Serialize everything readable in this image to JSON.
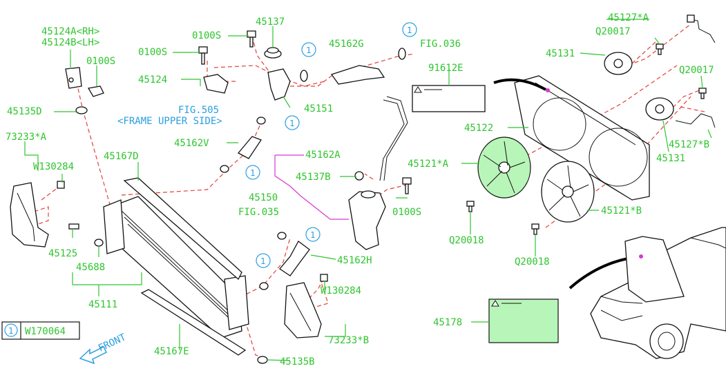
{
  "labels": {
    "l45124a": "45124A<RH>",
    "l45124b": "45124B<LH>",
    "l0100s_a": "0100S",
    "l0100s_b": "0100S",
    "l0100s_c": "0100S",
    "l0100s_d": "0100S",
    "l45124": "45124",
    "l45137": "45137",
    "l45162g": "45162G",
    "lfig036": "FIG.036",
    "l91612e": "91612E",
    "l45135d": "45135D",
    "lfig505": "FIG.505",
    "lframe": "<FRAME UPPER SIDE>",
    "l45151": "45151",
    "l73233a": "73233*A",
    "lw130284a": "W130284",
    "l45162v": "45162V",
    "l45167d": "45167D",
    "l45162a": "45162A",
    "l45137b": "45137B",
    "l45150": "45150",
    "lfig035": "FIG.035",
    "l45125": "45125",
    "l45688": "45688",
    "l45111": "45111",
    "l45162h": "45162H",
    "lw130284b": "W130284",
    "l73233b": "73233*B",
    "lw170064": "W170064",
    "l45167e": "45167E",
    "l45135b": "45135B",
    "lfront": "FRONT",
    "l45127a": "45127*A",
    "lq20017a": "Q20017",
    "l45131a": "45131",
    "lq20017b": "Q20017",
    "l45122": "45122",
    "l45121a": "45121*A",
    "l45127b": "45127*B",
    "l45131b": "45131",
    "lq20018a": "Q20018",
    "l45121b": "45121*B",
    "lq20018b": "Q20018",
    "l45178": "45178"
  },
  "circle_number": "1",
  "colors": {
    "label_green": "#2ec52e",
    "label_blue": "#2a9fe0",
    "dashed_red": "#e0403a",
    "magenta": "#d838d0",
    "fan_shroud_fill": "#b8f5b8"
  },
  "icons": [
    "warning-triangle-icon",
    "front-arrow-icon",
    "circled-number-icon"
  ]
}
